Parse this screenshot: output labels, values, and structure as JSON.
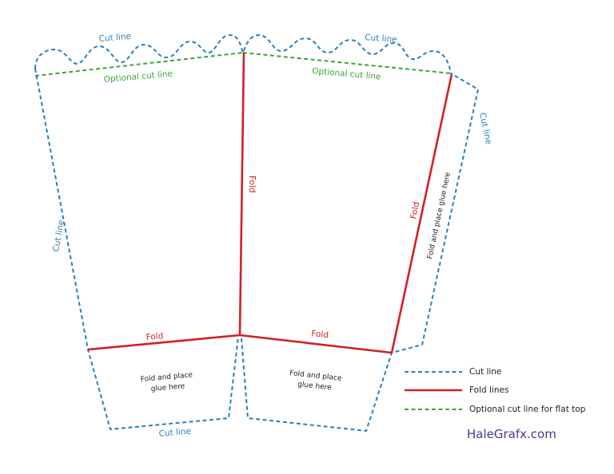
{
  "colors": {
    "cut": "#2a7fc0",
    "fold": "#d21f25",
    "optional": "#3aa43a",
    "text": "#222222",
    "brand": "#3b3f8f"
  },
  "labels": {
    "cut_line": "Cut line",
    "optional_cut_line": "Optional cut line",
    "fold": "Fold",
    "fold_and_glue": "Fold and place glue here",
    "fold_and_place": "Fold and place",
    "glue_here": "glue here"
  },
  "legend": {
    "cut": "Cut line",
    "fold": "Fold lines",
    "optional": "Optional cut line for flat top"
  },
  "brand": "HaleGrafx.com"
}
